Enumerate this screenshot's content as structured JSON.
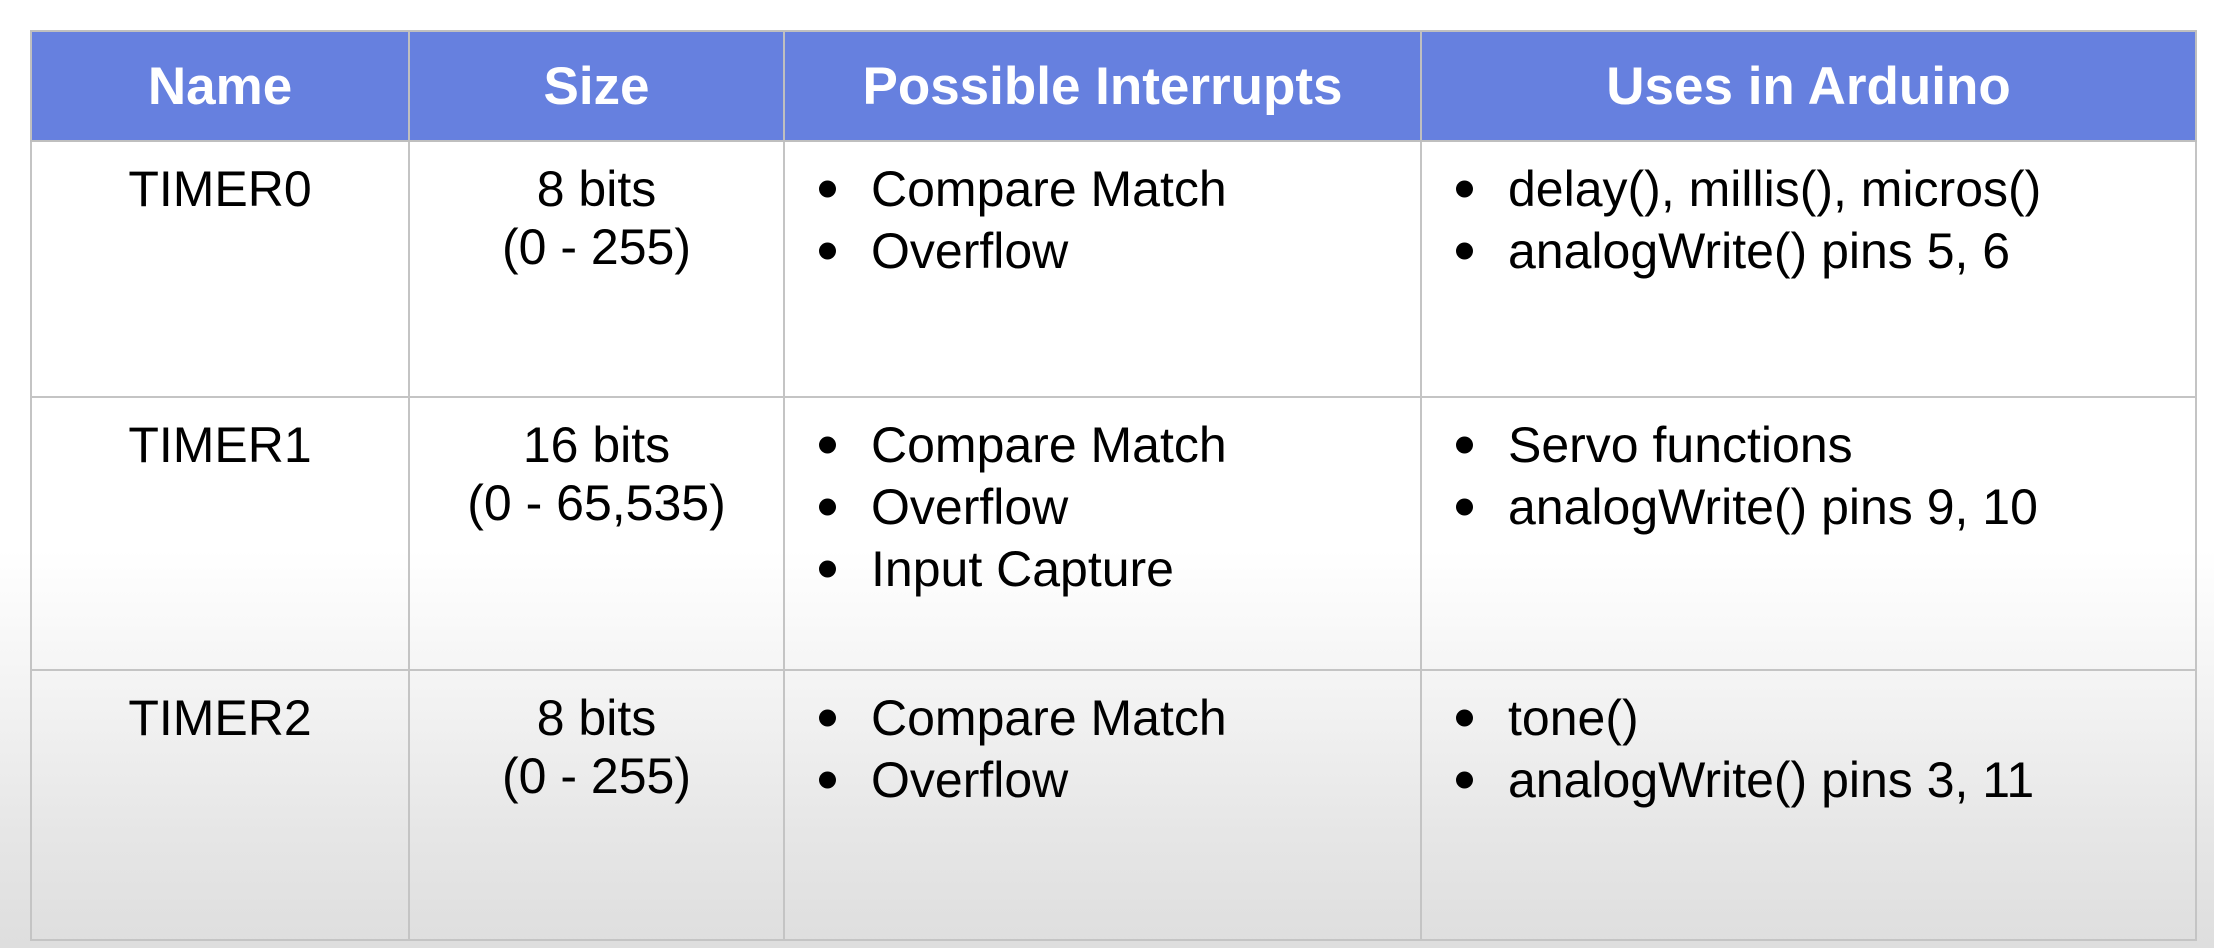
{
  "table": {
    "accent_color": "#6680df",
    "header_text_color": "#ffffff",
    "border_color": "#c4c4c4",
    "columns": [
      {
        "key": "name",
        "label": "Name"
      },
      {
        "key": "size",
        "label": "Size"
      },
      {
        "key": "interrupts",
        "label": "Possible Interrupts"
      },
      {
        "key": "uses",
        "label": "Uses in Arduino"
      }
    ],
    "rows": [
      {
        "name": "TIMER0",
        "size_bits": "8 bits",
        "size_range": "(0 - 255)",
        "interrupts": [
          "Compare Match",
          "Overflow"
        ],
        "uses": [
          "delay(), millis(), micros()",
          "analogWrite() pins 5, 6"
        ]
      },
      {
        "name": "TIMER1",
        "size_bits": "16 bits",
        "size_range": "(0 - 65,535)",
        "interrupts": [
          "Compare Match",
          "Overflow",
          "Input Capture"
        ],
        "uses": [
          "Servo functions",
          "analogWrite() pins 9, 10"
        ]
      },
      {
        "name": "TIMER2",
        "size_bits": "8 bits",
        "size_range": "(0 - 255)",
        "interrupts": [
          "Compare Match",
          "Overflow"
        ],
        "uses": [
          "tone()",
          "analogWrite() pins 3, 11"
        ]
      }
    ]
  }
}
